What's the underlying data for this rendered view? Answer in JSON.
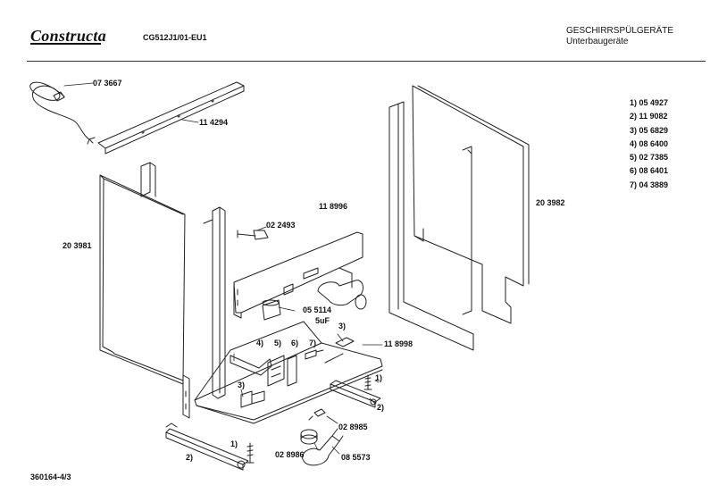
{
  "header": {
    "brand": "Constructa",
    "model": "CG512J1/01-EU1",
    "category": "GESCHIRRSPÜLGERÄTE",
    "subcategory": "Unterbaugeräte"
  },
  "legend": [
    {
      "key": "1)",
      "code": "05 4927"
    },
    {
      "key": "2)",
      "code": "11 9082"
    },
    {
      "key": "3)",
      "code": "05 6829"
    },
    {
      "key": "4)",
      "code": "08 6400"
    },
    {
      "key": "5)",
      "code": "02 7385"
    },
    {
      "key": "6)",
      "code": "08 6401"
    },
    {
      "key": "7)",
      "code": "04 3889"
    }
  ],
  "callouts": {
    "cable": "07 3667",
    "top_strip": "11 4294",
    "left_panel": "20 3981",
    "right_panel": "20 3982",
    "front_bracket": "11 8996",
    "screw_set": "02 2493",
    "capacitor": "05 5114",
    "capacitor_value": "5uF",
    "base_frame": "11 8998",
    "clip_a": "02 8985",
    "clip_b": "02 8986",
    "hose_part": "08 5573",
    "ref_1": "1)",
    "ref_2": "2)",
    "ref_3": "3)",
    "ref_4": "4)",
    "ref_5": "5)",
    "ref_6": "6)",
    "ref_7": "7)"
  },
  "footer": {
    "document_number": "360164-4/3"
  }
}
